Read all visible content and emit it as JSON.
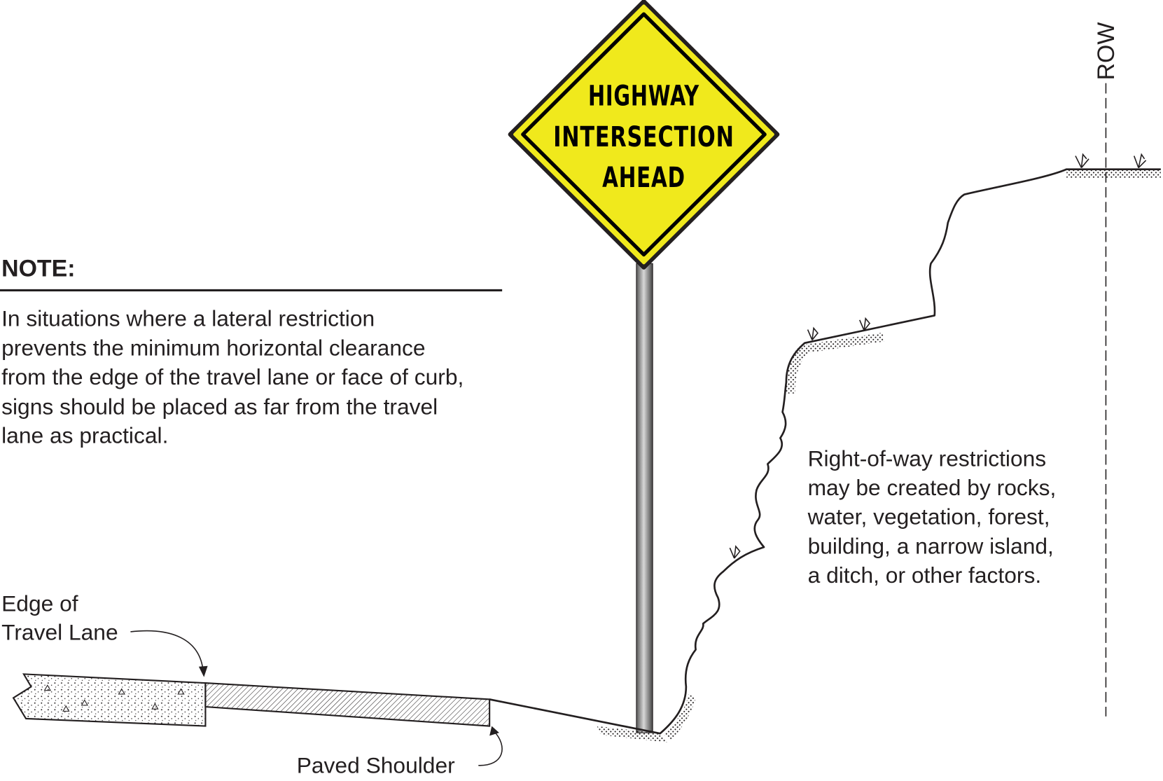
{
  "sign": {
    "lines": [
      "HIGHWAY",
      "INTERSECTION",
      "AHEAD"
    ],
    "fill_color": "#f0e91c",
    "border_color": "#000000"
  },
  "note": {
    "heading": "NOTE:",
    "lines": [
      "In situations where a lateral restriction",
      "prevents the minimum horizontal clearance",
      "from the edge of the travel lane or face of curb,",
      "signs should be placed as far from the travel",
      "lane as practical."
    ]
  },
  "restrictions": {
    "lines": [
      "Right-of-way restrictions",
      "may be created by rocks,",
      "water, vegetation, forest,",
      "building, a narrow island,",
      "a ditch, or other factors."
    ]
  },
  "labels": {
    "edge_line1": "Edge of",
    "edge_line2": "Travel Lane",
    "paved_shoulder": "Paved Shoulder",
    "row": "ROW"
  }
}
